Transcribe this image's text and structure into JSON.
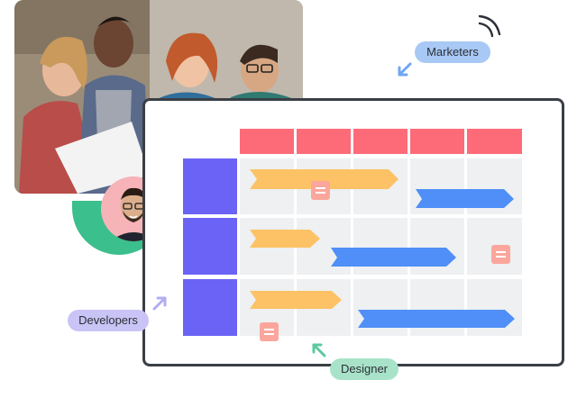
{
  "labels": {
    "marketers": "Marketers",
    "developers": "Developers",
    "designer": "Designer"
  },
  "colors": {
    "header": "#fd6b79",
    "row_label": "#6b63f5",
    "bar_yellow": "#fcc265",
    "bar_blue": "#4f8ff7",
    "note": "#fba69c",
    "cell": "#eef0f2",
    "pill_marketers": "#a8c8f5",
    "pill_developers": "#c9c4f5",
    "pill_designer": "#a8e3c9",
    "accent_green": "#3bbf8c"
  }
}
